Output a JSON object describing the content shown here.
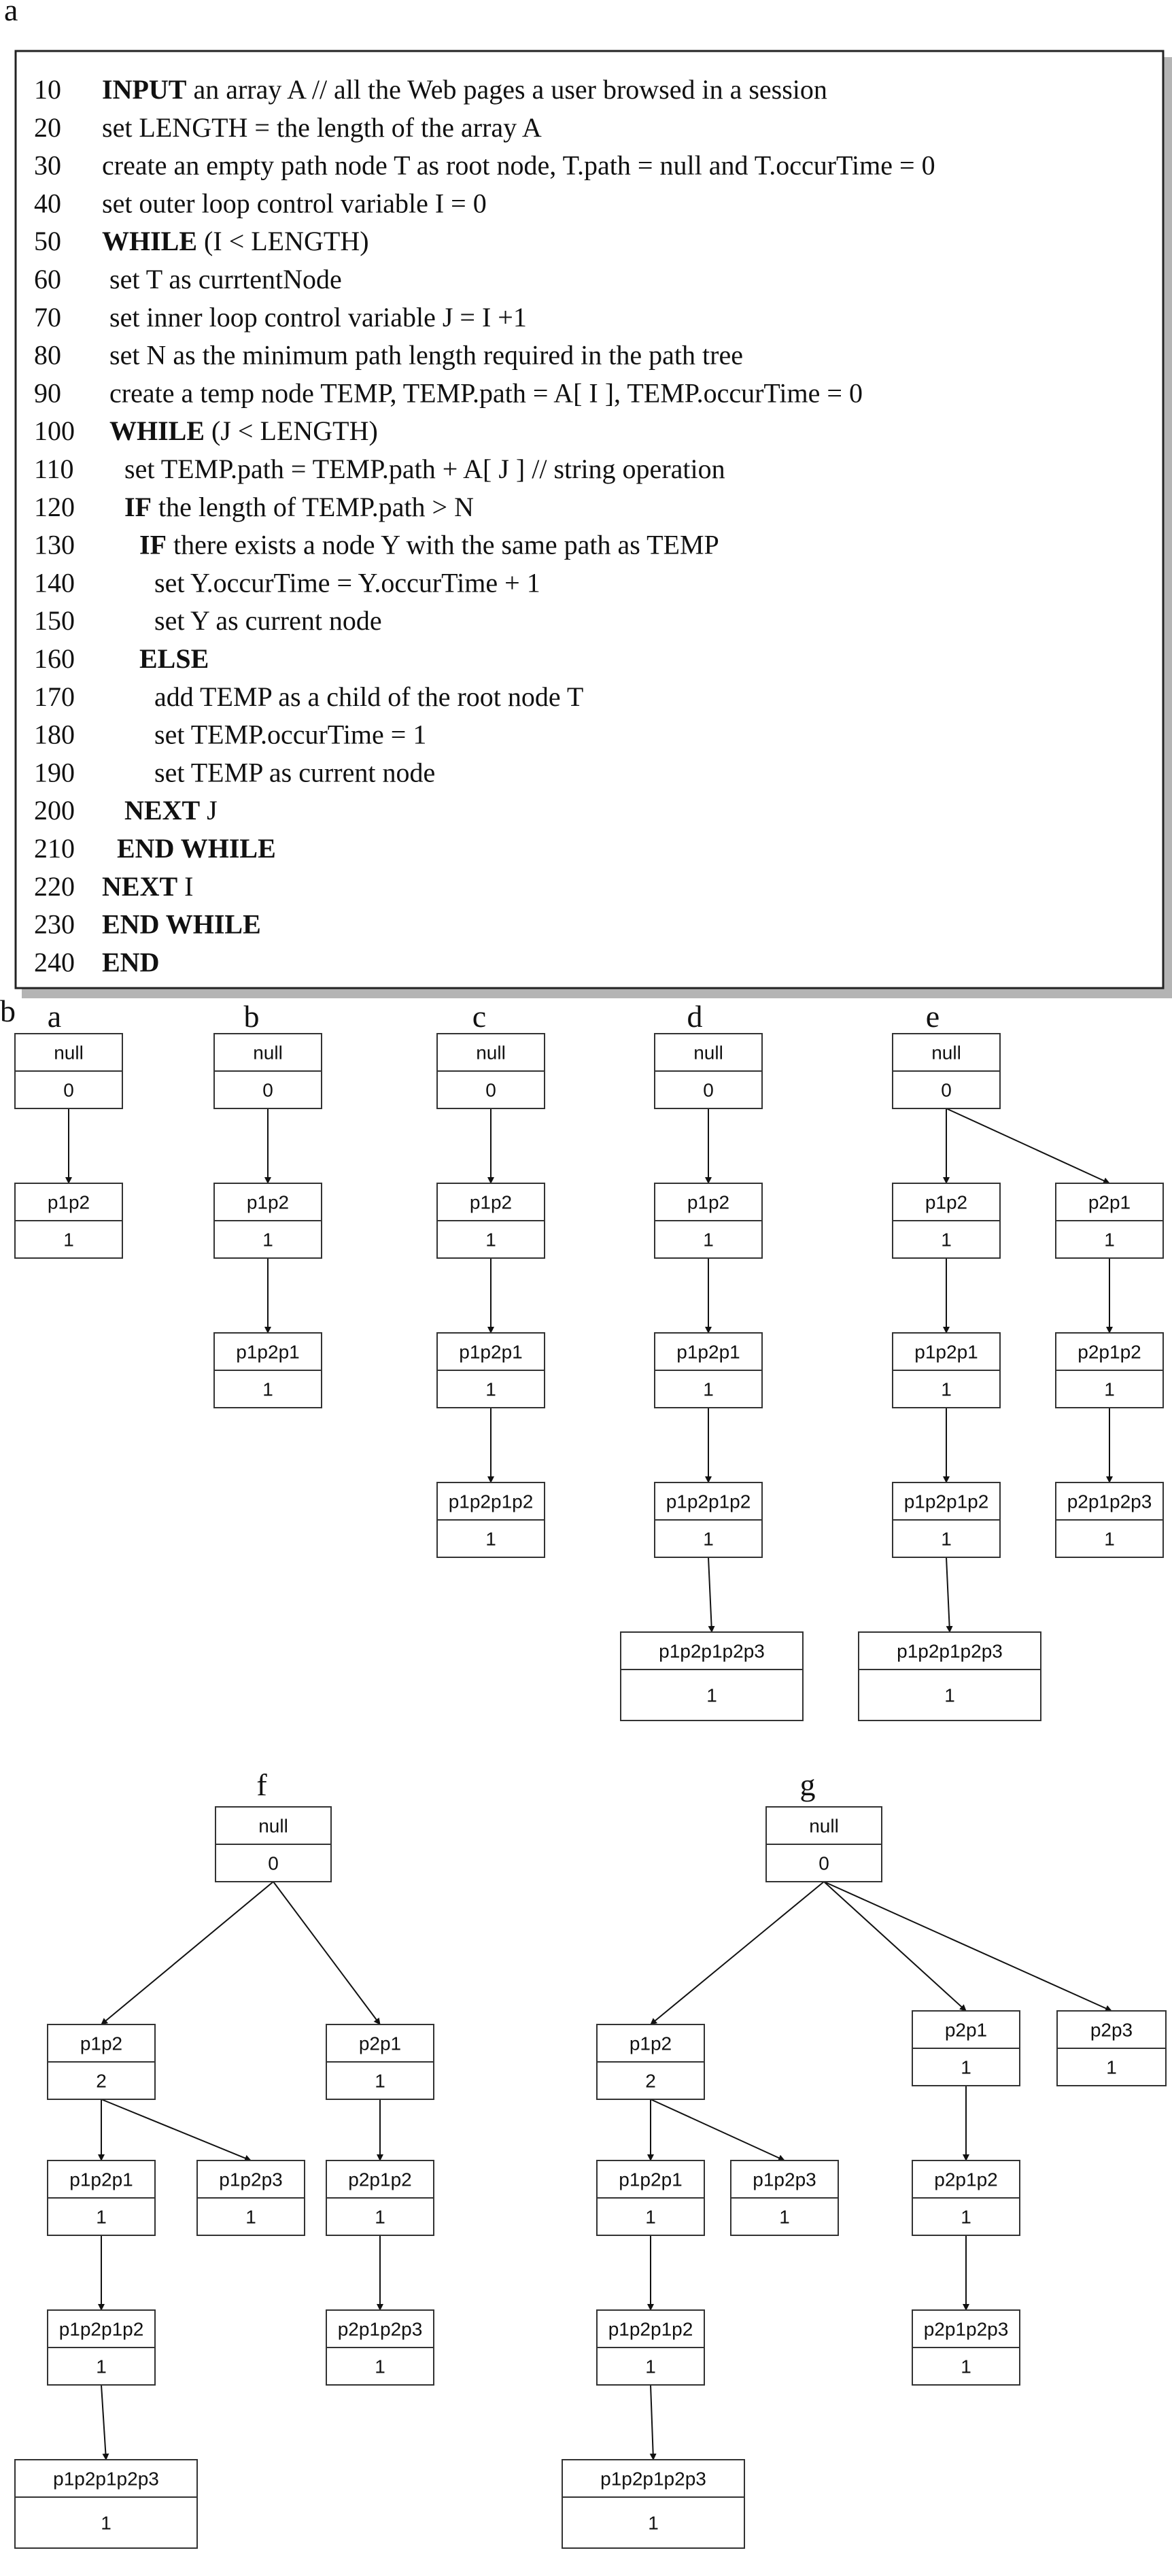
{
  "panel_a": {
    "label": "a",
    "lines": [
      {
        "num": "10",
        "indent": 0,
        "parts": [
          {
            "t": "INPUT",
            "b": true
          },
          {
            "t": " an array A // all the Web pages a user browsed in a session"
          }
        ]
      },
      {
        "num": "20",
        "indent": 0,
        "parts": [
          {
            "t": "set LENGTH = the length of the array A"
          }
        ]
      },
      {
        "num": "30",
        "indent": 0,
        "parts": [
          {
            "t": "create an empty path node T as root node, T.path = null and T.occurTime = 0"
          }
        ]
      },
      {
        "num": "40",
        "indent": 0,
        "parts": [
          {
            "t": "set outer loop control variable I = 0"
          }
        ]
      },
      {
        "num": "50",
        "indent": 0,
        "parts": [
          {
            "t": "WHILE",
            "b": true
          },
          {
            "t": " (I < LENGTH)"
          }
        ]
      },
      {
        "num": "60",
        "indent": 1,
        "parts": [
          {
            "t": "set T as currtentNode"
          }
        ]
      },
      {
        "num": "70",
        "indent": 1,
        "parts": [
          {
            "t": "set inner loop control variable J = I +1"
          }
        ]
      },
      {
        "num": "80",
        "indent": 1,
        "parts": [
          {
            "t": "set N as the minimum path length required in the path tree"
          }
        ]
      },
      {
        "num": "90",
        "indent": 1,
        "parts": [
          {
            "t": "create a temp node TEMP, TEMP.path = A[ I ], TEMP.occurTime = 0"
          }
        ]
      },
      {
        "num": "100",
        "indent": 1,
        "parts": [
          {
            "t": "WHILE",
            "b": true
          },
          {
            "t": " (J < LENGTH)"
          }
        ]
      },
      {
        "num": "110",
        "indent": 3,
        "parts": [
          {
            "t": "set TEMP.path = TEMP.path + A[ J ] // string operation"
          }
        ]
      },
      {
        "num": "120",
        "indent": 3,
        "parts": [
          {
            "t": "IF",
            "b": true
          },
          {
            "t": " the length of TEMP.path > N"
          }
        ]
      },
      {
        "num": "130",
        "indent": 5,
        "parts": [
          {
            "t": "IF",
            "b": true
          },
          {
            "t": " there exists a node Y with the same path as TEMP"
          }
        ]
      },
      {
        "num": "140",
        "indent": 7,
        "parts": [
          {
            "t": "set Y.occurTime = Y.occurTime + 1"
          }
        ]
      },
      {
        "num": "150",
        "indent": 7,
        "parts": [
          {
            "t": "set Y as current node"
          }
        ]
      },
      {
        "num": "160",
        "indent": 5,
        "parts": [
          {
            "t": "ELSE",
            "b": true
          }
        ]
      },
      {
        "num": "170",
        "indent": 7,
        "parts": [
          {
            "t": "add TEMP as a child of the root node T"
          }
        ]
      },
      {
        "num": "180",
        "indent": 7,
        "parts": [
          {
            "t": "set TEMP.occurTime = 1"
          }
        ]
      },
      {
        "num": "190",
        "indent": 7,
        "parts": [
          {
            "t": "set TEMP as current node"
          }
        ]
      },
      {
        "num": "200",
        "indent": 3,
        "parts": [
          {
            "t": "NEXT",
            "b": true
          },
          {
            "t": " J"
          }
        ]
      },
      {
        "num": "210",
        "indent": 2,
        "parts": [
          {
            "t": "END WHILE",
            "b": true
          }
        ]
      },
      {
        "num": "220",
        "indent": 0,
        "parts": [
          {
            "t": "NEXT",
            "b": true
          },
          {
            "t": " I"
          }
        ]
      },
      {
        "num": "230",
        "indent": 0,
        "parts": [
          {
            "t": "END WHILE",
            "b": true
          }
        ]
      },
      {
        "num": "240",
        "indent": 0,
        "parts": [
          {
            "t": "END",
            "b": true
          }
        ]
      }
    ]
  },
  "panel_b": {
    "label": "b",
    "subfigures": [
      {
        "label": "a",
        "nodes": [
          [
            "null",
            "0"
          ],
          [
            "p1p2",
            "1"
          ]
        ]
      },
      {
        "label": "b",
        "nodes": [
          [
            "null",
            "0"
          ],
          [
            "p1p2",
            "1"
          ],
          [
            "p1p2p1",
            "1"
          ]
        ]
      },
      {
        "label": "c",
        "nodes": [
          [
            "null",
            "0"
          ],
          [
            "p1p2",
            "1"
          ],
          [
            "p1p2p1",
            "1"
          ],
          [
            "p1p2p1p2",
            "1"
          ]
        ]
      },
      {
        "label": "d",
        "nodes": [
          [
            "null",
            "0"
          ],
          [
            "p1p2",
            "1"
          ],
          [
            "p1p2p1",
            "1"
          ],
          [
            "p1p2p1p2",
            "1"
          ],
          [
            "p1p2p1p2p3",
            "1"
          ]
        ]
      },
      {
        "label": "e",
        "nodes": [
          [
            "null",
            "0"
          ],
          [
            "p1p2",
            "1"
          ],
          [
            "p1p2p1",
            "1"
          ],
          [
            "p1p2p1p2",
            "1"
          ],
          [
            "p1p2p1p2p3",
            "1"
          ],
          [
            "p2p1",
            "1"
          ],
          [
            "p2p1p2",
            "1"
          ],
          [
            "p2p1p2p3",
            "1"
          ]
        ]
      },
      {
        "label": "f",
        "nodes": [
          [
            "null",
            "0"
          ],
          [
            "p1p2",
            "2"
          ],
          [
            "p1p2p1",
            "1"
          ],
          [
            "p1p2p1p2",
            "1"
          ],
          [
            "p1p2p1p2p3",
            "1"
          ],
          [
            "p1p2p3",
            "1"
          ],
          [
            "p2p1",
            "1"
          ],
          [
            "p2p1p2",
            "1"
          ],
          [
            "p2p1p2p3",
            "1"
          ]
        ]
      },
      {
        "label": "g",
        "nodes": [
          [
            "null",
            "0"
          ],
          [
            "p1p2",
            "2"
          ],
          [
            "p1p2p1",
            "1"
          ],
          [
            "p1p2p1p2",
            "1"
          ],
          [
            "p1p2p1p2p3",
            "1"
          ],
          [
            "p1p2p3",
            "1"
          ],
          [
            "p2p1",
            "1"
          ],
          [
            "p2p1p2",
            "1"
          ],
          [
            "p2p1p2p3",
            "1"
          ],
          [
            "p2p3",
            "1"
          ]
        ]
      }
    ]
  }
}
